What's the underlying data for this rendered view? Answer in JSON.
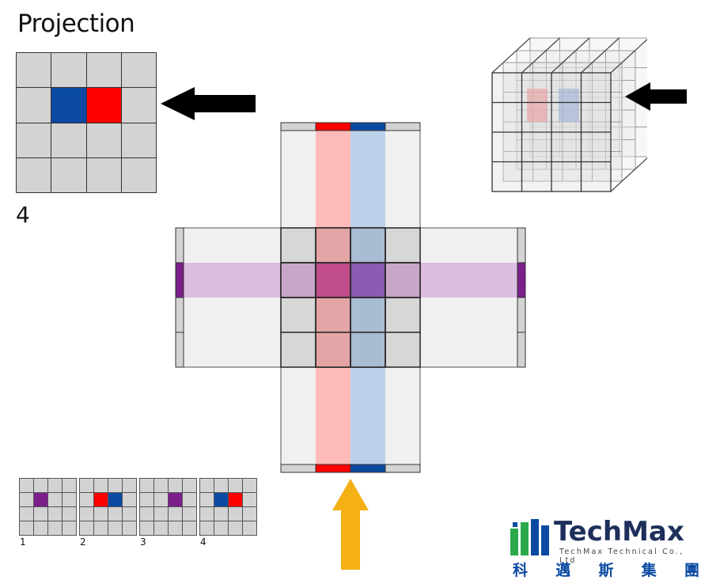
{
  "projection_panel": {
    "title": "Projection",
    "step_number": "4",
    "grid": [
      [
        "gray",
        "gray",
        "gray",
        "gray"
      ],
      [
        "gray",
        "blue",
        "red",
        "gray"
      ],
      [
        "gray",
        "gray",
        "gray",
        "gray"
      ],
      [
        "gray",
        "gray",
        "gray",
        "gray"
      ]
    ]
  },
  "thumbnails": [
    {
      "label": "1",
      "highlights": [
        {
          "row": 1,
          "col": 1,
          "color": "purple"
        }
      ]
    },
    {
      "label": "2",
      "highlights": [
        {
          "row": 1,
          "col": 1,
          "color": "red"
        },
        {
          "row": 1,
          "col": 2,
          "color": "blue"
        }
      ]
    },
    {
      "label": "3",
      "highlights": [
        {
          "row": 1,
          "col": 2,
          "color": "purple"
        }
      ]
    },
    {
      "label": "4",
      "highlights": [
        {
          "row": 1,
          "col": 1,
          "color": "blue"
        },
        {
          "row": 1,
          "col": 2,
          "color": "red"
        }
      ]
    }
  ],
  "logo": {
    "brand": "TechMax",
    "tagline": "TechMax Technical Co., Ltd",
    "chinese_chars": [
      "科",
      "邁",
      "斯",
      "集",
      "團"
    ]
  },
  "colors": {
    "red": "#ff0000",
    "blue": "#0b4aa2",
    "purple": "#7a1f8a",
    "gray": "#d3d3d3",
    "orange_arrow": "#f5b014",
    "logo_green": "#2aa84a",
    "logo_blue": "#0b4aa2",
    "logo_dark": "#1d2f5a"
  }
}
